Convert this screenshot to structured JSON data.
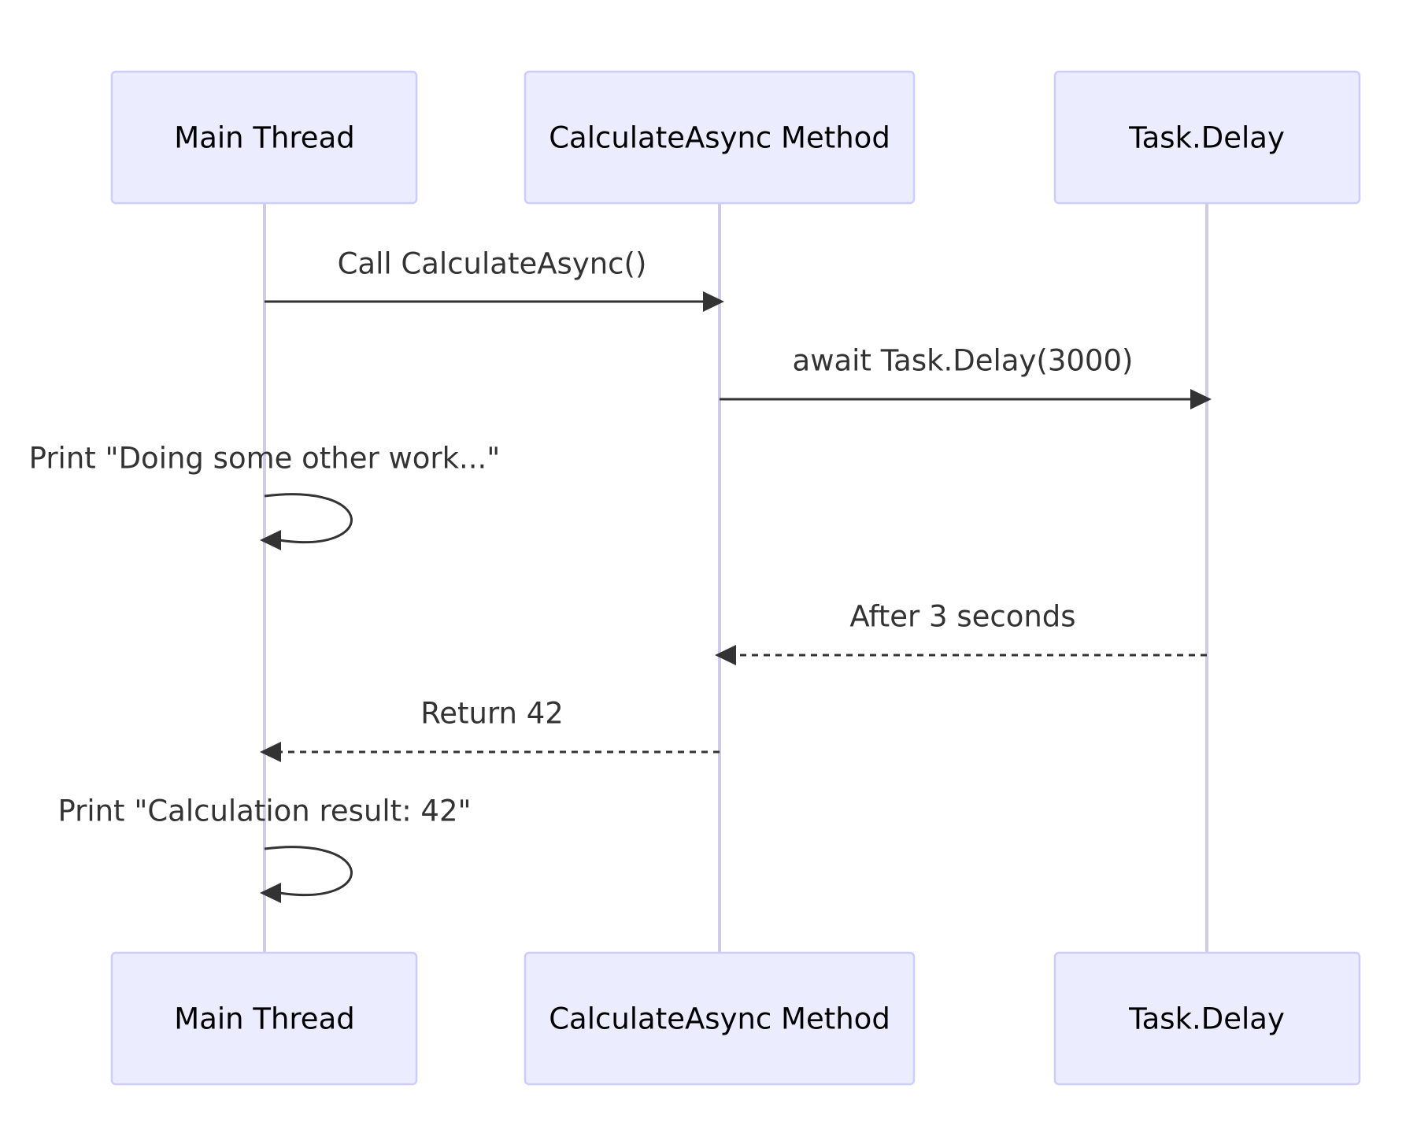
{
  "participants": [
    {
      "id": "main",
      "label": "Main Thread"
    },
    {
      "id": "calc",
      "label": "CalculateAsync Method"
    },
    {
      "id": "delay",
      "label": "Task.Delay"
    }
  ],
  "messages": [
    {
      "from": "main",
      "to": "calc",
      "label": "Call CalculateAsync()",
      "style": "solid"
    },
    {
      "from": "calc",
      "to": "delay",
      "label": "await Task.Delay(3000)",
      "style": "solid"
    },
    {
      "from": "main",
      "to": "main",
      "label": "Print \"Doing some other work...\"",
      "style": "solid"
    },
    {
      "from": "delay",
      "to": "calc",
      "label": "After 3 seconds",
      "style": "dashed"
    },
    {
      "from": "calc",
      "to": "main",
      "label": "Return 42",
      "style": "dashed"
    },
    {
      "from": "main",
      "to": "main",
      "label": "Print \"Calculation result: 42\"",
      "style": "solid"
    }
  ],
  "colors": {
    "actor_fill": "#ECECFF",
    "actor_border": "#CCCCFF",
    "lifeline": "#D0CCE8",
    "message": "#333333"
  }
}
